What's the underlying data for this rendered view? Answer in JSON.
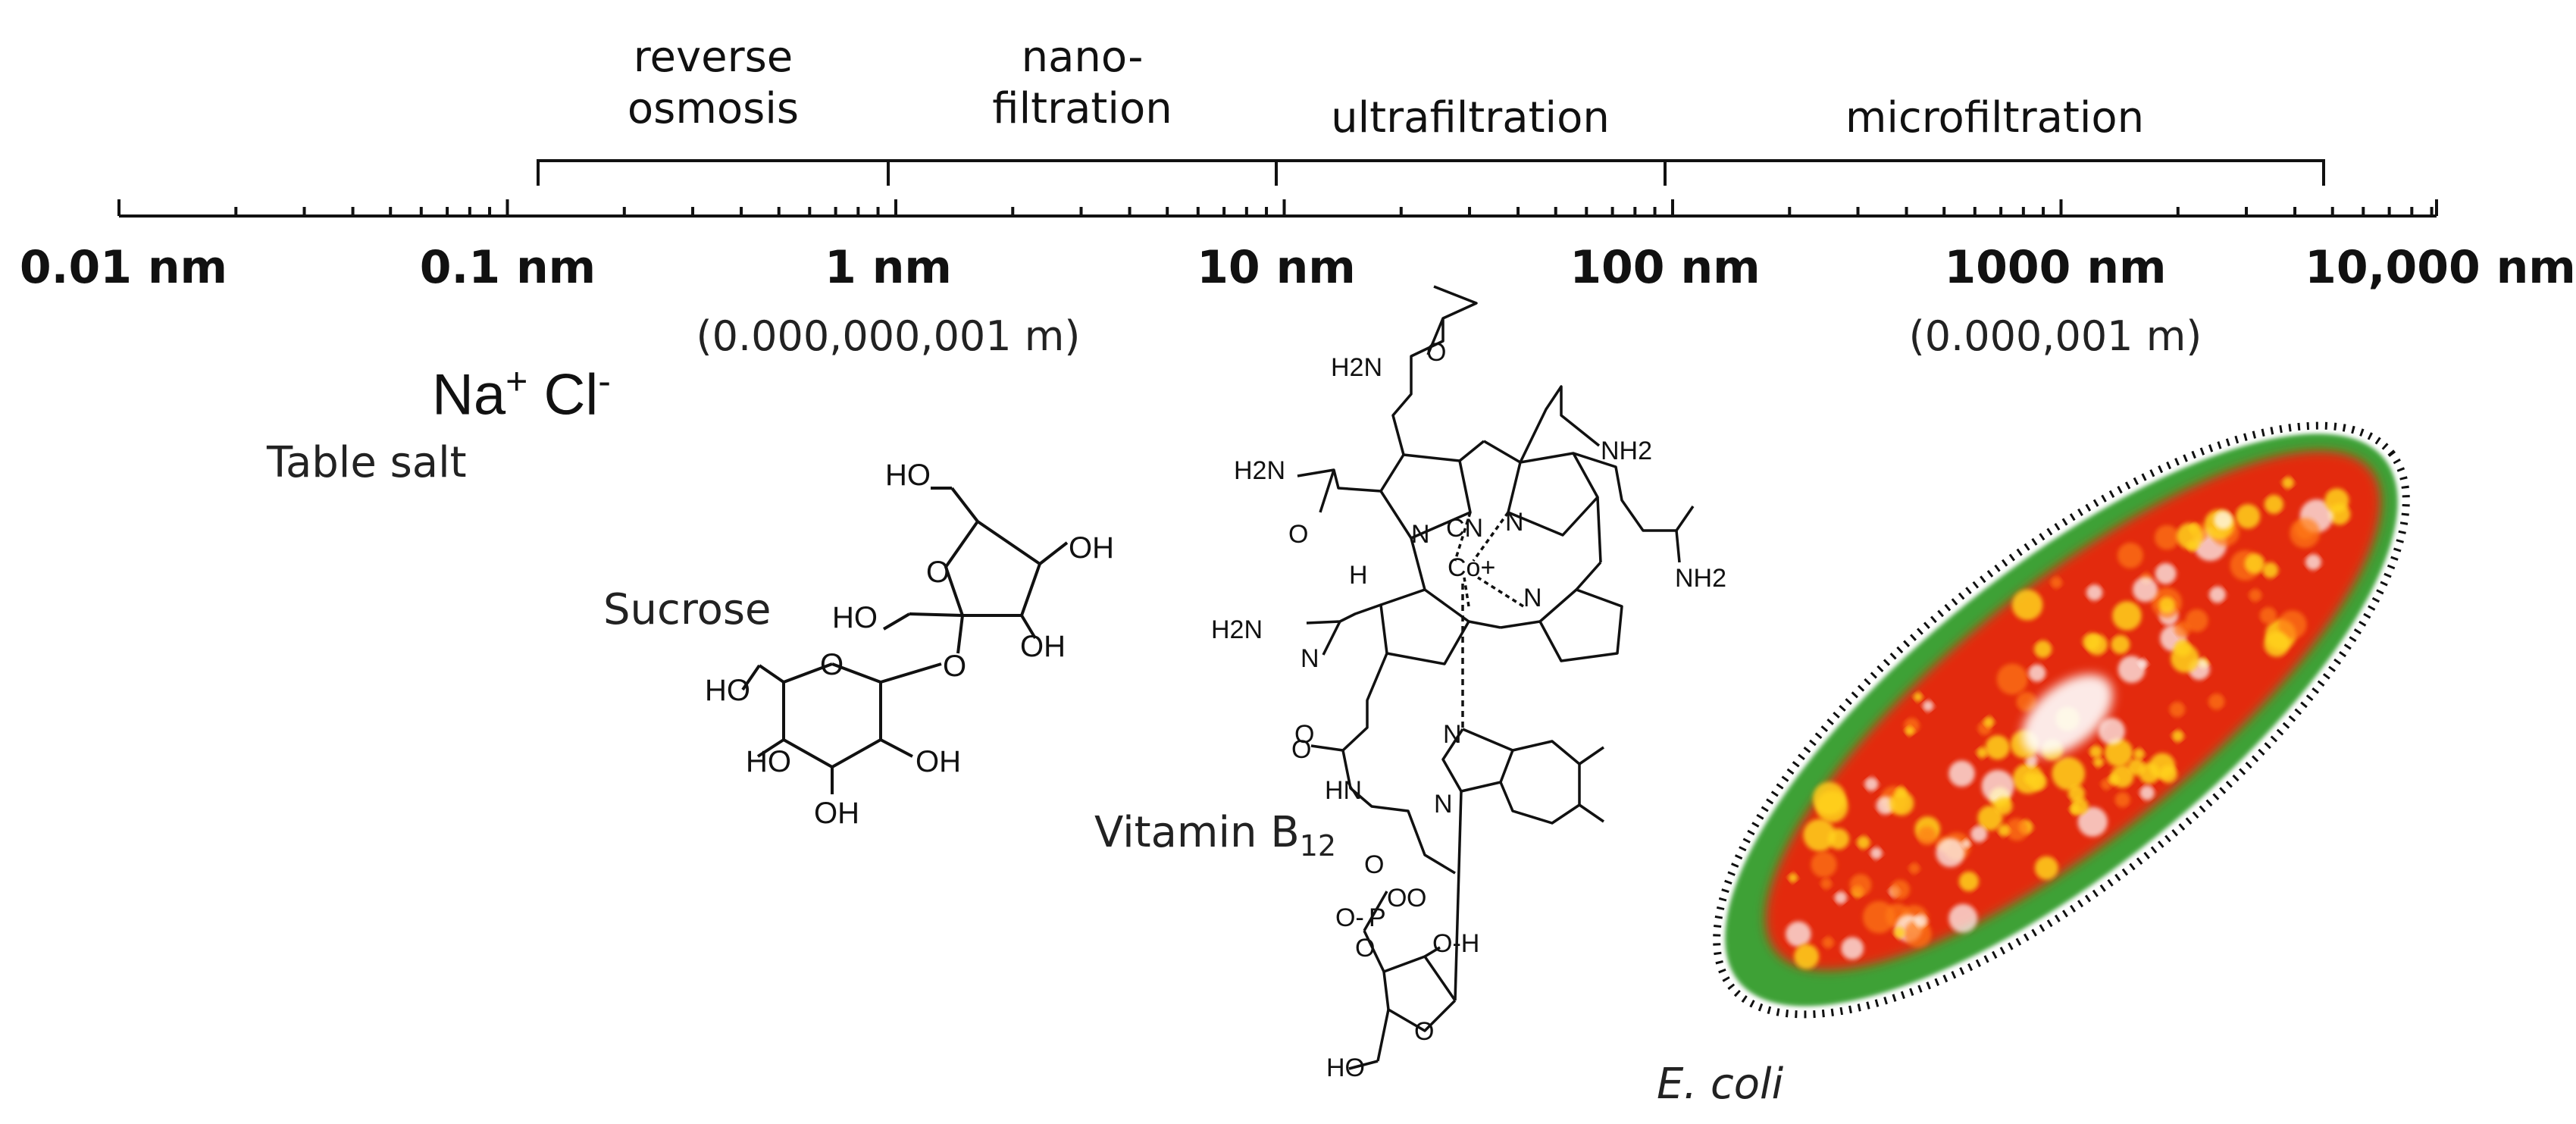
{
  "processes": [
    {
      "id": "reverse-osmosis",
      "line1": "reverse",
      "line2": "osmosis"
    },
    {
      "id": "nanofiltration",
      "line1": "nano-",
      "line2": "filtration"
    },
    {
      "id": "ultrafiltration",
      "line1": "",
      "line2": "ultrafiltration"
    },
    {
      "id": "microfiltration",
      "line1": "",
      "line2": "microfiltration"
    }
  ],
  "scale": {
    "labels": [
      "0.01 nm",
      "0.1 nm",
      "1 nm",
      "10 nm",
      "100 nm",
      "1000 nm",
      "10,000 nm"
    ],
    "meters_1nm": "(0.000,000,001 m)",
    "meters_1000nm": "(0.000,001 m)"
  },
  "molecules": {
    "salt_na": "Na",
    "salt_na_charge": "+",
    "salt_cl": "Cl",
    "salt_cl_charge": "-",
    "salt_name": "Table salt",
    "sucrose_name": "Sucrose",
    "vitamin_name": "Vitamin B",
    "vitamin_sub": "12",
    "ecoli_name": "E. coli"
  },
  "chem_labels": {
    "sucrose": [
      "HO",
      "OH",
      "O",
      "HO",
      "OH",
      "O",
      "HO",
      "O",
      "HO",
      "OH",
      "OH"
    ],
    "b12": [
      "H2N",
      "O",
      "NH2",
      "H2N",
      "O",
      "N",
      "CN",
      "N",
      "NH2",
      "H",
      "Co+",
      "H2N",
      "N",
      "N",
      "O",
      "N",
      "O",
      "N",
      "HN",
      "O",
      "O",
      "O-",
      "P",
      "O",
      "O",
      "O-H",
      "HO",
      "O"
    ]
  },
  "colors": {
    "ecoli_hot": "#ffd21f",
    "ecoli_mid": "#e32b0b",
    "ecoli_edge": "#2e9a26"
  }
}
